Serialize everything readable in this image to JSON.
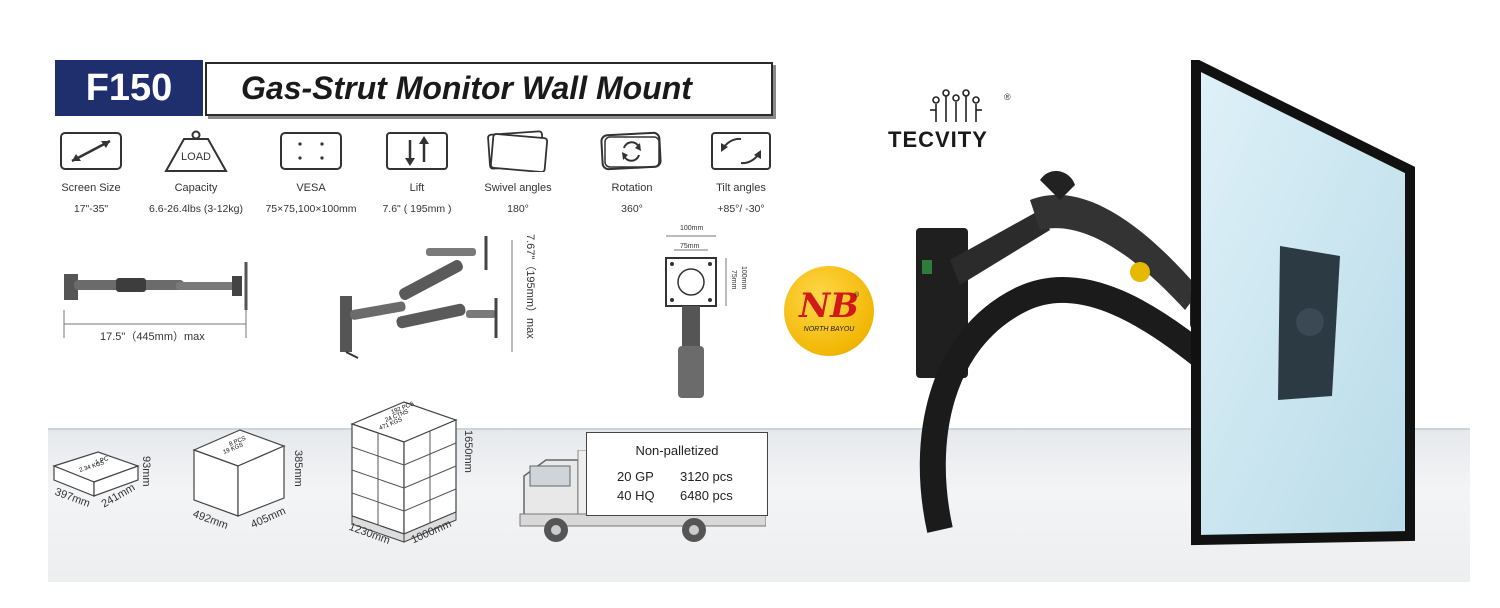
{
  "header": {
    "model": "F150",
    "title": "Gas-Strut Monitor Wall Mount"
  },
  "specs": [
    {
      "label": "Screen Size",
      "value": "17\"-35\"",
      "icon": "diagonal-arrow-icon"
    },
    {
      "label": "Capacity",
      "value": "6.6-26.4lbs (3-12kg)",
      "icon": "weight-icon",
      "icon_text": "LOAD"
    },
    {
      "label": "VESA",
      "value": "75×75,100×100mm",
      "icon": "vesa-holes-icon"
    },
    {
      "label": "Lift",
      "value": "7.6\" ( 195mm )",
      "icon": "lift-arrows-icon"
    },
    {
      "label": "Swivel angles",
      "value": "180°",
      "icon": "swivel-icon"
    },
    {
      "label": "Rotation",
      "value": "360°",
      "icon": "rotation-icon"
    },
    {
      "label": "Tilt angles",
      "value": "+85°/  -30°",
      "icon": "tilt-icon"
    }
  ],
  "dimensions": {
    "extension": "17.5\"（445mm）max",
    "lift": "7.67\"（195mm）max",
    "vesa_100_w": "100mm",
    "vesa_75_w": "75mm",
    "vesa_100_h": "100mm",
    "vesa_75_h": "75mm"
  },
  "packaging": {
    "single": {
      "text1": "1 PC",
      "text2": "2.34 KGS",
      "w": "397mm",
      "d": "241mm",
      "h": "93mm"
    },
    "carton": {
      "text1": "8 PCS",
      "text2": "19 KGS",
      "w": "492mm",
      "d": "405mm",
      "h": "385mm"
    },
    "pallet": {
      "text1": "192 PCS",
      "text2": "24 CTNS",
      "text3": "471 KGS",
      "w": "1230mm",
      "d": "1000mm",
      "h": "1650mm"
    }
  },
  "shipping": {
    "title": "Non-palletized",
    "rows": [
      {
        "container": "20 GP",
        "qty": "3120 pcs"
      },
      {
        "container": "40 HQ",
        "qty": "6480 pcs"
      }
    ]
  },
  "brand": {
    "name": "TECVITY",
    "reg": "®"
  },
  "nb_badge": {
    "logo": "NB",
    "reg": "®",
    "sub": "NORTH BAYOU"
  },
  "colors": {
    "badge_bg": "#1f2f6e",
    "nb_yellow": "#f2b705",
    "nb_red": "#d11919"
  }
}
